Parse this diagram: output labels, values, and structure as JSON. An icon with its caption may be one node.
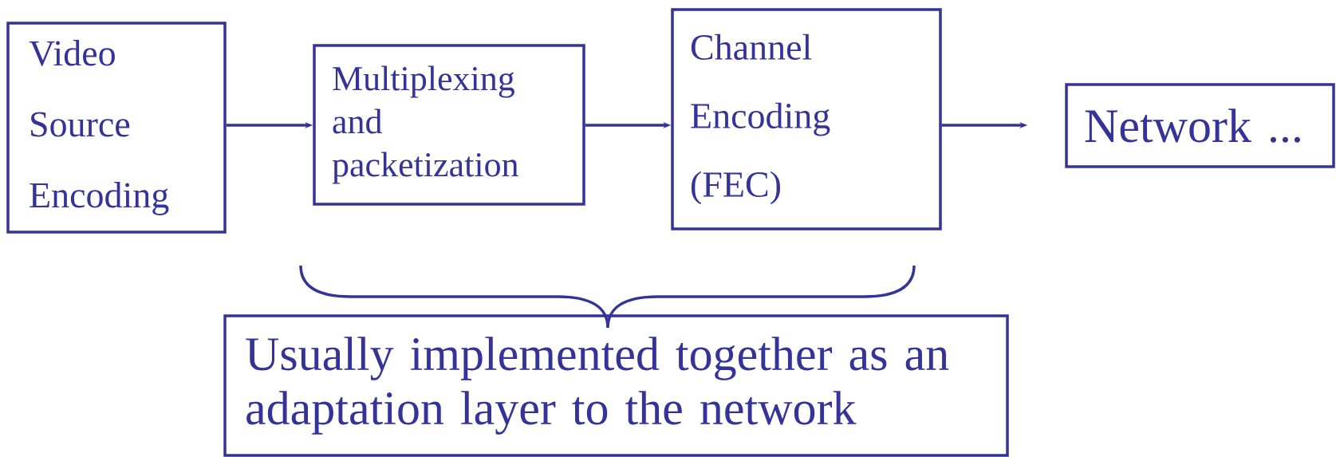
{
  "diagram": {
    "nodes": [
      {
        "text": [
          "Video Source Encoding"
        ]
      },
      {
        "text": [
          "Multiplexing and packetization"
        ]
      },
      {
        "text": [
          "Channel Encoding (FEC)"
        ]
      },
      {
        "text": [
          "Network ..."
        ]
      },
      {
        "text": [
          "Usually implemented together as an adaptation layer to the network"
        ]
      }
    ],
    "edges": [
      {
        "from": 0,
        "to": 1,
        "arrow": "to"
      },
      {
        "from": 1,
        "to": 2,
        "arrow": "to"
      },
      {
        "from": 2,
        "to": 3,
        "arrow": "to"
      }
    ]
  }
}
